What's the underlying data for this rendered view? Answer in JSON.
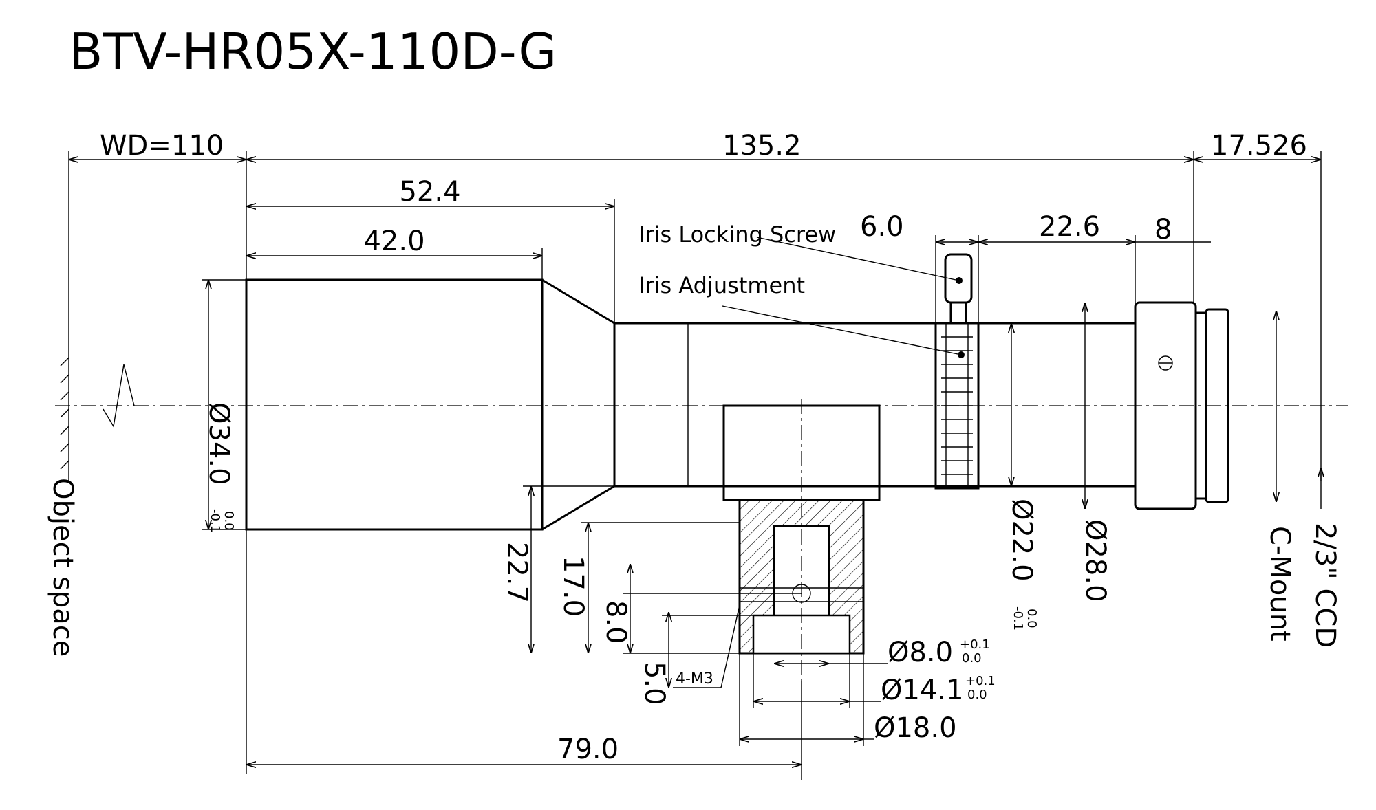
{
  "title": "BTV-HR05X-110D-G",
  "labels": {
    "iris_locking_screw": "Iris Locking Screw",
    "iris_adjustment": "Iris Adjustment",
    "object_space": "Object space",
    "c_mount": "C-Mount",
    "ccd": "2/3\" CCD",
    "thread": "4-M3"
  },
  "dimensions": {
    "wd": "WD=110",
    "total_length": "135.2",
    "flange": "17.526",
    "d52": "52.4",
    "d42": "42.0",
    "d6": "6.0",
    "d22_6": "22.6",
    "d8": "8",
    "d79": "79.0",
    "h22_7": "22.7",
    "h17": "17.0",
    "h8": "8.0",
    "h5": "5.0",
    "dia34": "Ø34.0",
    "dia34_tol_up": "0.0",
    "dia34_tol_low": "-0.1",
    "dia22": "Ø22.0",
    "dia22_tol_up": "0.0",
    "dia22_tol_low": "-0.1",
    "dia28": "Ø28.0",
    "dia8": "Ø8.0",
    "dia8_tol_up": "+0.1",
    "dia8_tol_low": "0.0",
    "dia14": "Ø14.1",
    "dia14_tol_up": "+0.1",
    "dia14_tol_low": "0.0",
    "dia18": "Ø18.0"
  }
}
